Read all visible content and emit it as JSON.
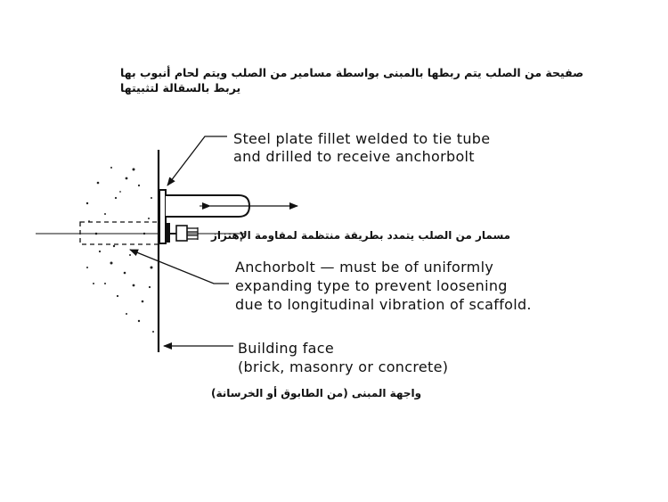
{
  "arabic": {
    "plate_note_line1": "صفيحة من الصلب يتم ربطها بالمبنى بواسطة مسامير من الصلب ويتم لحام أنبوب بها",
    "plate_note_line2": "يربط بالسقالة لتثبيتها",
    "anchor_note": "مسمار من الصلب يتمدد بطريقة منتظمة لمقاومة الإهتزاز",
    "face_note": "واجهة المبنى (من الطابوق أو الخرسانة)"
  },
  "labels": {
    "steel_plate_line1": "Steel plate fillet welded to tie tube",
    "steel_plate_line2": "and drilled to receive anchorbolt",
    "anchor_line1": "Anchorbolt — must be of uniformly",
    "anchor_line2": "expanding type to prevent loosening",
    "anchor_line3": "due to longitudinal vibration of scaffold.",
    "face_line1": "Building face",
    "face_line2": "(brick, masonry or concrete)"
  }
}
